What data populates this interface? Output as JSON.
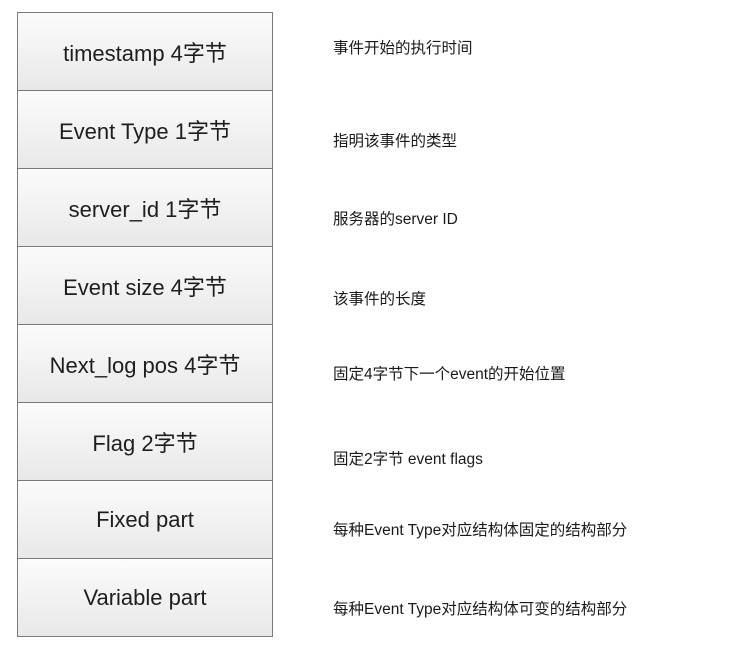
{
  "fields": [
    {
      "label": "timestamp 4字节",
      "description": "事件开始的执行时间"
    },
    {
      "label": "Event Type 1字节",
      "description": "指明该事件的类型"
    },
    {
      "label": "server_id 1字节",
      "description": "服务器的server ID"
    },
    {
      "label": "Event size  4字节",
      "description": "该事件的长度"
    },
    {
      "label": "Next_log pos 4字节",
      "description": "固定4字节下一个event的开始位置"
    },
    {
      "label": "Flag 2字节",
      "description": "固定2字节 event flags"
    },
    {
      "label": "Fixed part",
      "description": "每种Event Type对应结构体固定的结构部分"
    },
    {
      "label": "Variable part",
      "description": "每种Event Type对应结构体可变的结构部分"
    }
  ]
}
